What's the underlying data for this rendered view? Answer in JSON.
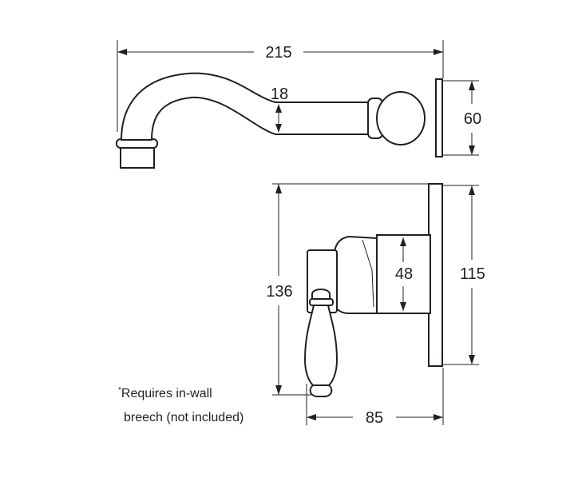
{
  "dimensions": {
    "spout_length": "215",
    "spout_diameter": "18",
    "spout_plate_height": "60",
    "mixer_total_height": "136",
    "mixer_body_height": "48",
    "mixer_plate_height": "115",
    "mixer_depth": "85"
  },
  "note": {
    "marker": "*",
    "line1": "Requires in-wall",
    "line2": "breech (not included)"
  }
}
